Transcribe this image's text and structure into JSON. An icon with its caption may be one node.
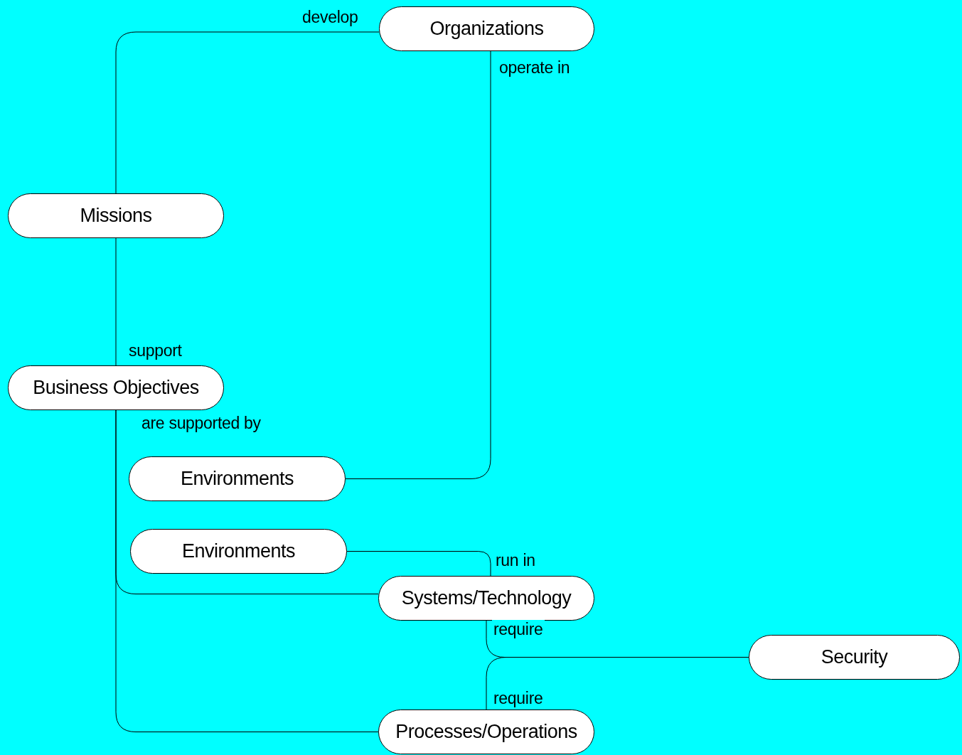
{
  "diagram": {
    "nodes": [
      {
        "text": [
          "Organizations"
        ]
      },
      {
        "text": [
          "Missions"
        ]
      },
      {
        "text": [
          "Business Objectives"
        ]
      },
      {
        "text": [
          "Environments"
        ]
      },
      {
        "text": [
          "Environments"
        ]
      },
      {
        "text": [
          "Systems/Technology"
        ]
      },
      {
        "text": [
          "Security"
        ]
      },
      {
        "text": [
          "Processes/Operations"
        ]
      }
    ],
    "edges": [
      {
        "from": 0,
        "to": 1,
        "label": "develop",
        "arrow": "none"
      },
      {
        "from": 0,
        "to": 3,
        "label": "operate in",
        "arrow": "none"
      },
      {
        "from": 1,
        "to": 2,
        "label": "support",
        "arrow": "none"
      },
      {
        "from": 2,
        "to": 5,
        "label": "are supported by",
        "arrow": "none"
      },
      {
        "from": 2,
        "to": 7,
        "arrow": "none"
      },
      {
        "from": 4,
        "to": 5,
        "label": "run in",
        "arrow": "none"
      },
      {
        "from": 5,
        "to": 6,
        "label": "require",
        "arrow": "none"
      },
      {
        "from": 7,
        "to": 6,
        "label": "require",
        "arrow": "none"
      }
    ]
  }
}
